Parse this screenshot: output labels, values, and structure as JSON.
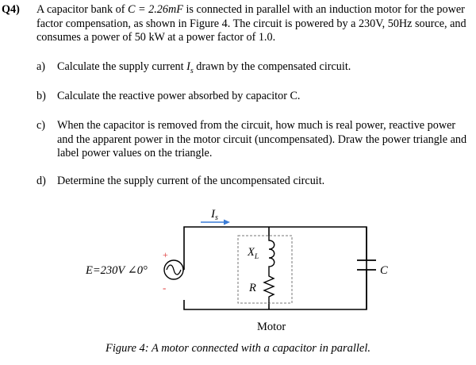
{
  "question": {
    "number": "Q4)",
    "intro_1": "A capacitor bank of ",
    "intro_math": "C = 2.26mF",
    "intro_2": " is connected in parallel with an induction motor for the power factor compensation, as shown in Figure 4. The circuit is powered by a 230V, 50Hz source, and consumes a power of 50 kW at a power factor of 1.0."
  },
  "parts": [
    {
      "label": "a)",
      "pre": "Calculate the supply current ",
      "math": "I",
      "sub": "s",
      "post": " drawn by the compensated circuit."
    },
    {
      "label": "b)",
      "text": "Calculate the reactive power absorbed by capacitor C."
    },
    {
      "label": "c)",
      "text": "When the capacitor is removed from the circuit, how much is real power, reactive power and the apparent power in the motor circuit (uncompensated). Draw the power triangle and label power values on the triangle."
    },
    {
      "label": "d)",
      "text": "Determine the supply current of the uncompensated circuit."
    }
  ],
  "figure": {
    "current_label": "I",
    "current_sub": "s",
    "source_label": "E=230V ∠0°",
    "plus": "+",
    "minus": "-",
    "inductor_label": "X",
    "inductor_sub": "L",
    "resistor_label": "R",
    "capacitor_label": "C",
    "motor_label": "Motor",
    "caption": "Figure 4: A motor connected with a capacitor in parallel."
  }
}
